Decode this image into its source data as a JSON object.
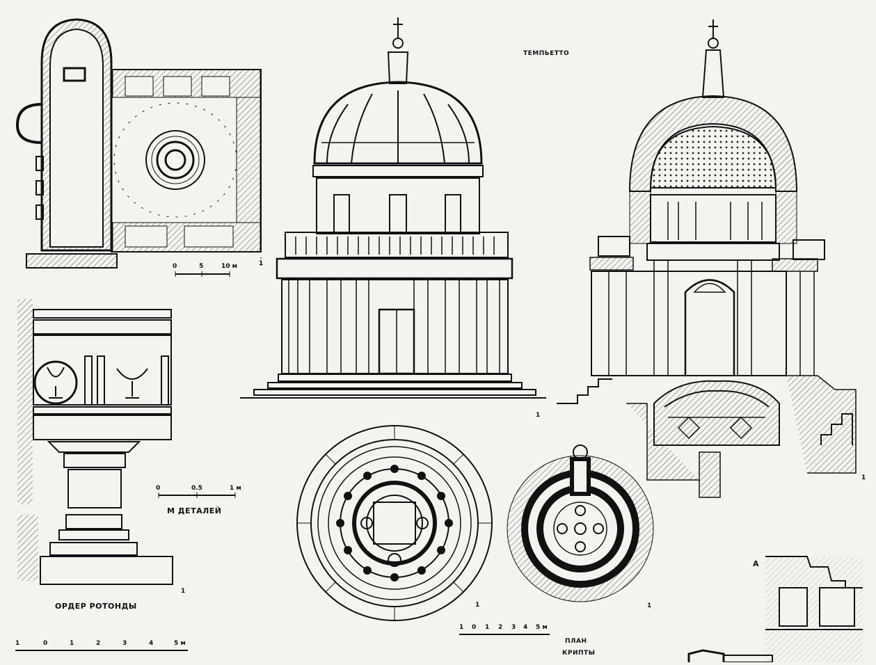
{
  "title": "ТЕМПЬЕТТО",
  "labels": {
    "order_caption": "ОРДЕР РОТОНДЫ",
    "details_scale_caption": "М ДЕТАЛЕЙ",
    "crypt_plan_line1": "ПЛАН",
    "crypt_plan_line2": "КРИПТЫ",
    "section_mark": "А"
  },
  "figure_marks": {
    "plan": "1",
    "order": "1",
    "elevation": "1",
    "section": "1",
    "ground_plan": "1",
    "crypt_plan": "1"
  },
  "scales": {
    "plan_scale": [
      "0",
      "5",
      "10 м"
    ],
    "detail_scale": [
      "0",
      "0.5",
      "1 м"
    ],
    "bottom_left_scale": [
      "1",
      "0",
      "1",
      "2",
      "3",
      "4",
      "5 м"
    ],
    "crypt_scale": [
      "1",
      "0",
      "1",
      "2",
      "3",
      "4",
      "5 м"
    ]
  }
}
